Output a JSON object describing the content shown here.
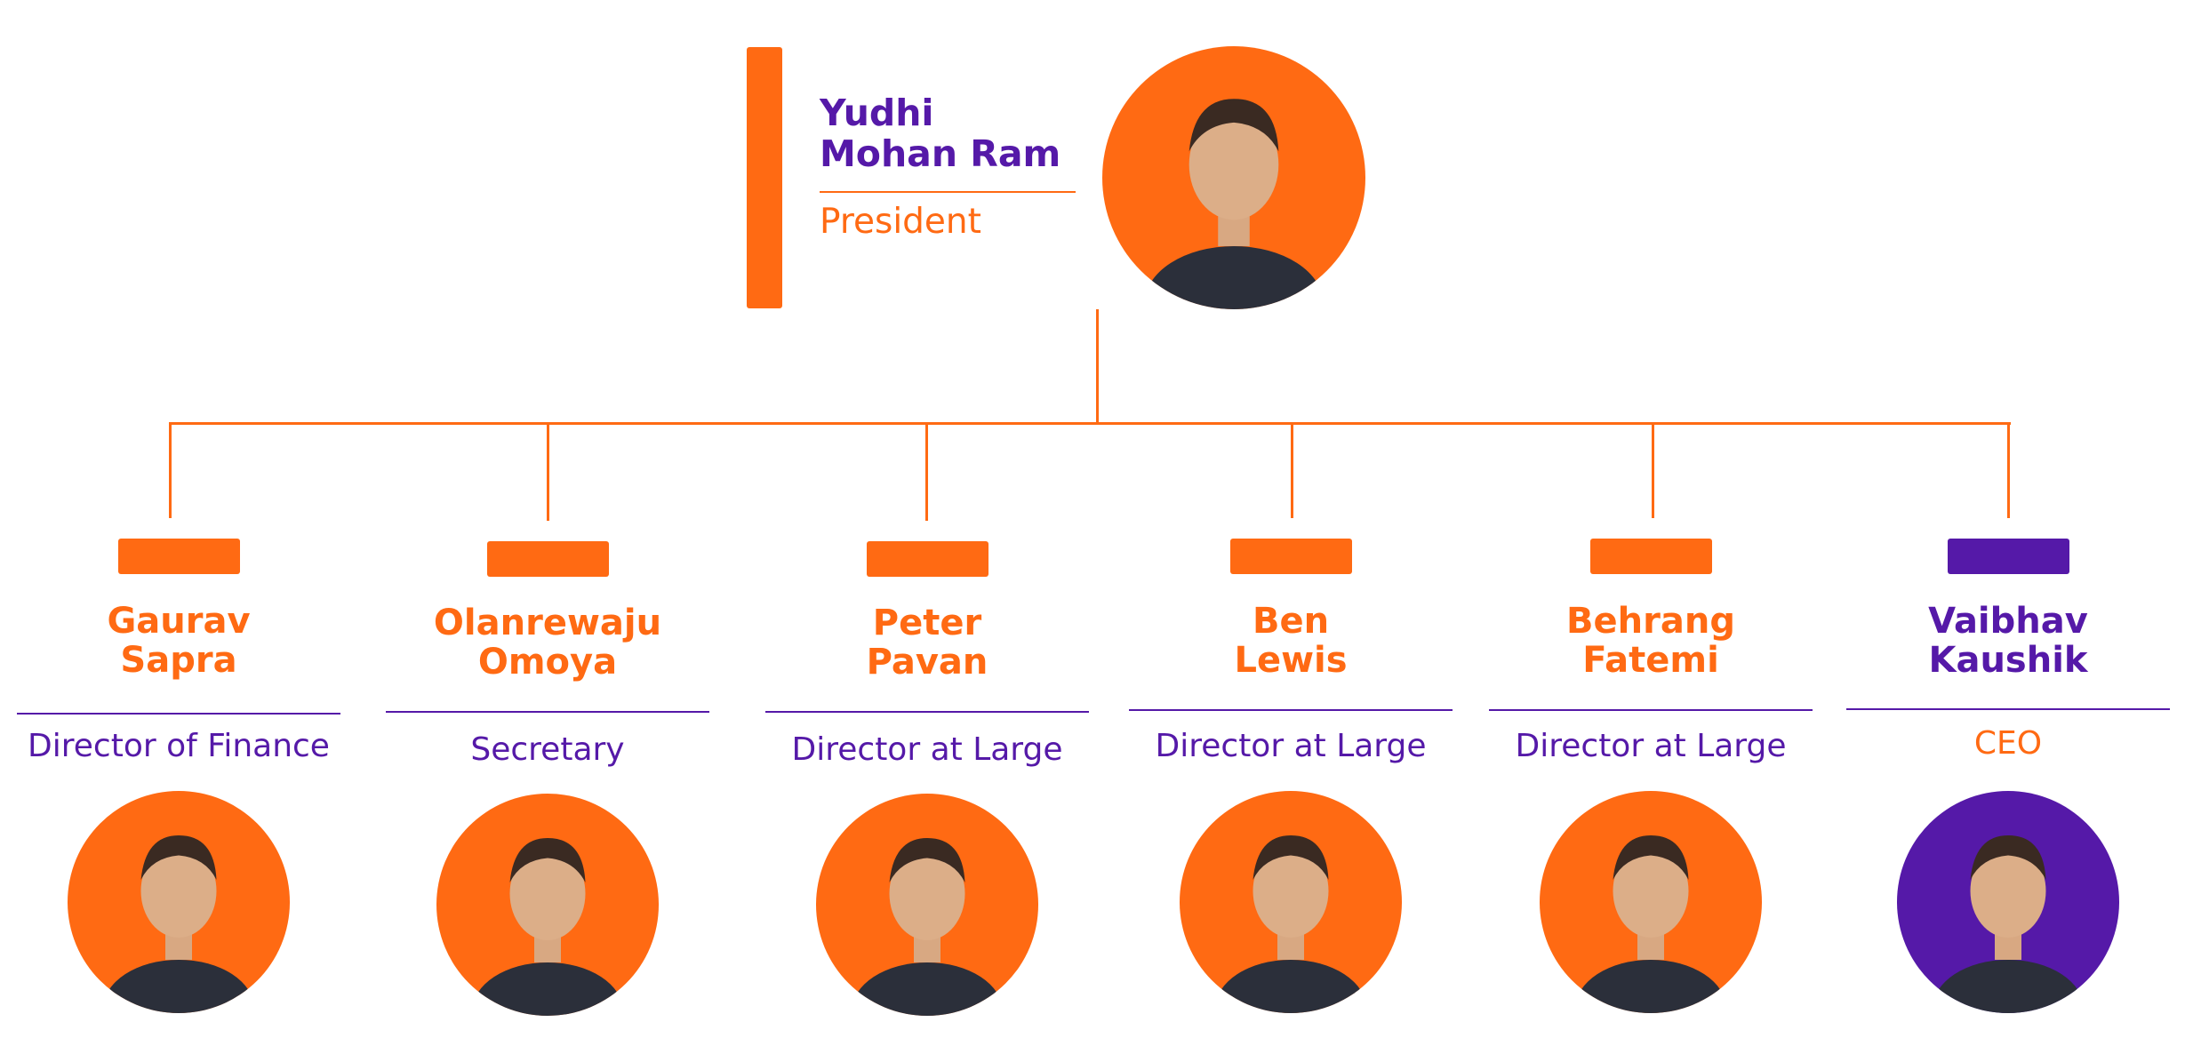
{
  "colors": {
    "orange": "#FF6A13",
    "purple": "#5519A8",
    "background": "#FFFFFF"
  },
  "president": {
    "name": "Yudhi\nMohan Ram",
    "title": "President",
    "photo_icon": "person-photo"
  },
  "members": [
    {
      "name": "Gaurav\nSapra",
      "role": "Director of Finance",
      "accent": "orange",
      "photo_icon": "person-photo"
    },
    {
      "name": "Olanrewaju\nOmoya",
      "role": "Secretary",
      "accent": "orange",
      "photo_icon": "person-photo"
    },
    {
      "name": "Peter\nPavan",
      "role": "Director at Large",
      "accent": "orange",
      "photo_icon": "person-photo"
    },
    {
      "name": "Ben\nLewis",
      "role": "Director at Large",
      "accent": "orange",
      "photo_icon": "person-photo"
    },
    {
      "name": "Behrang\nFatemi",
      "role": "Director at Large",
      "accent": "orange",
      "photo_icon": "person-photo"
    },
    {
      "name": "Vaibhav\nKaushik",
      "role": "CEO",
      "accent": "purple",
      "photo_icon": "person-photo"
    }
  ]
}
